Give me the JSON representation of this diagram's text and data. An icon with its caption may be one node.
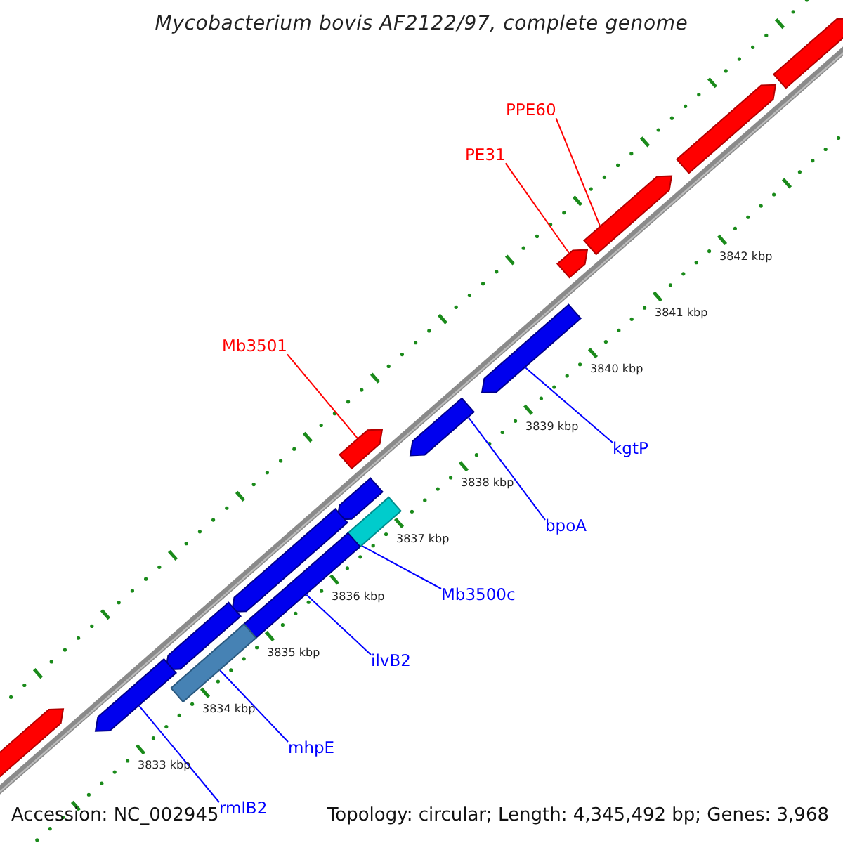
{
  "diagram": {
    "title": "Mycobacterium bovis AF2122/97, complete genome",
    "nodes": [
      {
        "text": [
          "PPE60"
        ]
      },
      {
        "text": [
          "PE31"
        ]
      },
      {
        "text": [
          "Mb3501"
        ]
      },
      {
        "text": [
          "kgtP"
        ]
      },
      {
        "text": [
          "bpoA"
        ]
      },
      {
        "text": [
          "Mb3500c"
        ]
      },
      {
        "text": [
          "ilvB2"
        ]
      },
      {
        "text": [
          "mhpE"
        ]
      },
      {
        "text": [
          "rmlB2"
        ]
      },
      {
        "text": [],
        "shape": "arrow"
      },
      {
        "text": [],
        "shape": "arrow"
      },
      {
        "text": [],
        "shape": "arrow"
      },
      {
        "text": [],
        "shape": "arrow"
      },
      {
        "text": [],
        "shape": "arrow"
      },
      {
        "text": [],
        "shape": "arrow"
      },
      {
        "text": [],
        "shape": "arrow"
      },
      {
        "text": [],
        "shape": "arrow"
      },
      {
        "text": [],
        "shape": "bar"
      },
      {
        "text": [],
        "shape": "arrow"
      },
      {
        "text": [],
        "shape": "bar"
      },
      {
        "text": [],
        "shape": "arrow"
      },
      {
        "text": [],
        "shape": "bar"
      },
      {
        "text": [],
        "shape": "arrow"
      },
      {
        "text": [],
        "shape": "arrow"
      }
    ],
    "edges": [
      {
        "from": 0,
        "to": 11,
        "arrow": "none",
        "color": "#ff0000"
      },
      {
        "from": 1,
        "to": 12,
        "arrow": "none",
        "color": "#ff0000"
      },
      {
        "from": 2,
        "to": 15,
        "arrow": "none",
        "color": "#ff0000"
      },
      {
        "from": 3,
        "to": 13,
        "arrow": "none"
      },
      {
        "from": 4,
        "to": 14,
        "arrow": "none"
      },
      {
        "from": 5,
        "to": 17,
        "arrow": "none"
      },
      {
        "from": 6,
        "to": 19,
        "arrow": "none"
      },
      {
        "from": 7,
        "to": 21,
        "arrow": "none"
      },
      {
        "from": 8,
        "to": 22,
        "arrow": "none"
      }
    ],
    "labels": [
      "3842 kbp",
      "3841 kbp",
      "3840 kbp",
      "3839 kbp",
      "3838 kbp",
      "3837 kbp",
      "3836 kbp",
      "3835 kbp",
      "3834 kbp",
      "3833 kbp",
      "Accession: NC_002945",
      "Topology: circular; Length: 4,345,492 bp; Genes: 3,968"
    ]
  }
}
